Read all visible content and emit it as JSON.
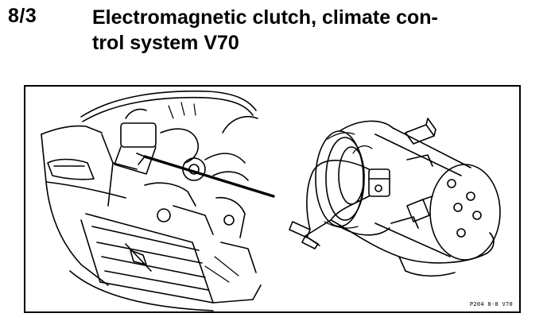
{
  "header": {
    "section_number": "8/3",
    "title_line_1": "Electromagnetic clutch, climate con-",
    "title_line_2": "trol system V70"
  },
  "figure": {
    "code": "P204 8-8 V70",
    "subject_left": "engine-bay-icon",
    "subject_right": "ac-compressor-clutch-icon"
  }
}
